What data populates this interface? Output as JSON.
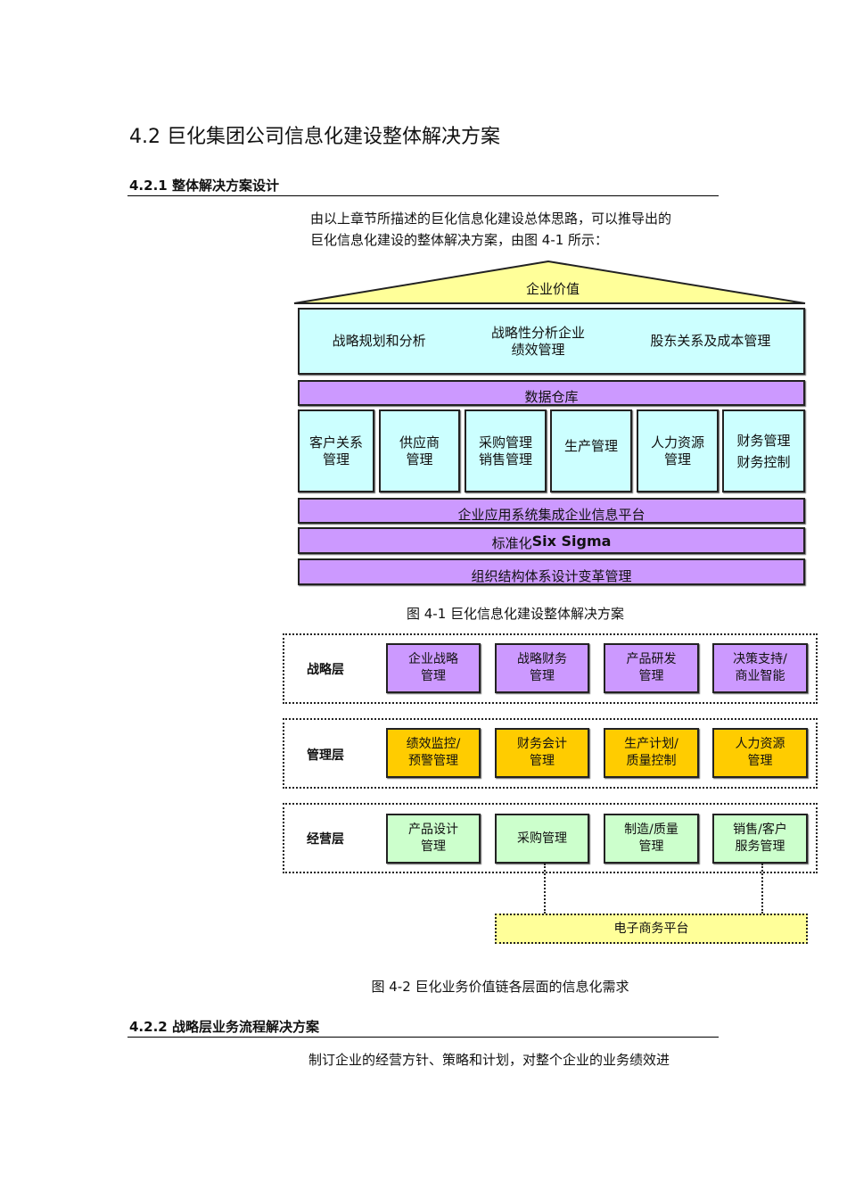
{
  "heading": "4.2 巨化集团公司信息化建设整体解决方案",
  "section1": {
    "number": "4.2.1",
    "title": "整体解决方案设计",
    "paragraph": [
      "由以上章节所描述的巨化信息化建设总体思路，可以推导出的",
      "巨化信息化建设的整体解决方案，由图 4-1 所示："
    ]
  },
  "figure1": {
    "roof": "企业价值",
    "strategy": [
      "战略规划和分析",
      "战略性分析企业\n绩效管理",
      "股东关系及成本管理"
    ],
    "warehouse": "数据仓库",
    "modules": [
      "客户关系\n管理",
      "供应商\n管理",
      "采购管理\n销售管理",
      "生产管理",
      "人力资源\n管理",
      "财务管理\n财务控制"
    ],
    "platform": "企业应用系统集成企业信息平台",
    "standard": "标准化",
    "standard_bold": "Six Sigma",
    "org": "组织结构体系设计变革管理",
    "caption": "图 4-1 巨化信息化建设整体解决方案"
  },
  "figure2": {
    "layers": [
      {
        "label": "战略层",
        "items": [
          "企业战略\n管理",
          "战略财务\n管理",
          "产品研发\n管理",
          "决策支持/\n商业智能"
        ]
      },
      {
        "label": "管理层",
        "items": [
          "绩效监控/\n预警管理",
          "财务会计\n管理",
          "生产计划/\n质量控制",
          "人力资源\n管理"
        ]
      },
      {
        "label": "经营层",
        "items": [
          "产品设计\n管理",
          "采购管理",
          "制造/质量\n管理",
          "销售/客户\n服务管理"
        ]
      }
    ],
    "platform": "电子商务平台",
    "caption": "图 4-2 巨化业务价值链各层面的信息化需求"
  },
  "section2": {
    "number": "4.2.2",
    "title": "战略层业务流程解决方案",
    "paragraph": "制订企业的经营方针、策略和计划，对整个企业的业务绩效进"
  },
  "colors": {
    "cyan": "#ccffff",
    "purple": "#cc99ff",
    "orange": "#ffcc00",
    "green": "#ccffcc",
    "yellow": "#ffff99"
  }
}
